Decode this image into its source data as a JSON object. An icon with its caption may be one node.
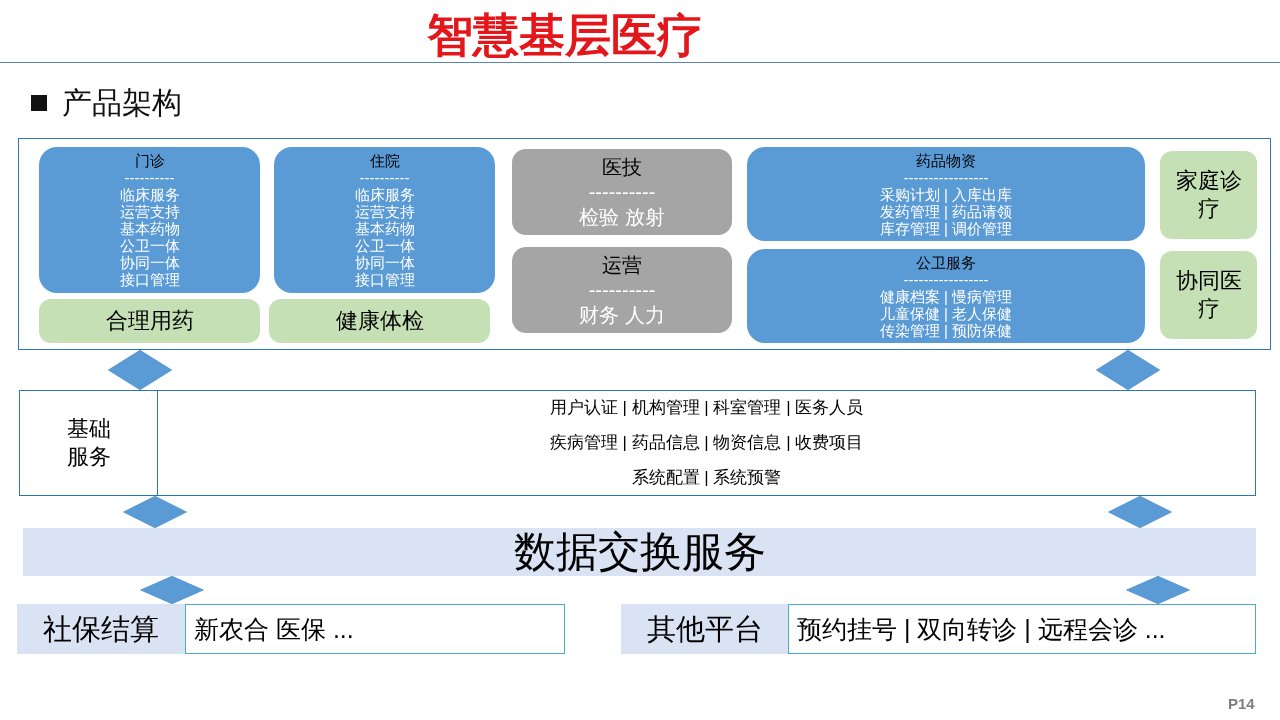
{
  "diagram": {
    "title": "智慧基层医疗",
    "nodes": [
      {
        "text": [],
        "shape": "box"
      },
      {
        "text": [
          "门诊",
          "----------",
          "临床服务",
          "运营支持",
          "基本药物",
          "公卫一体",
          "协同一体",
          "接口管理"
        ],
        "in": 0
      },
      {
        "text": [
          "住院",
          "----------",
          "临床服务",
          "运营支持",
          "基本药物",
          "公卫一体",
          "协同一体",
          "接口管理"
        ],
        "in": 0
      },
      {
        "text": [
          "医技",
          "----------",
          "检验 放射"
        ],
        "in": 0
      },
      {
        "text": [
          "药品物资",
          "-----------------",
          "采购计划 | 入库出库",
          "发药管理 | 药品请领",
          "库存管理 | 调价管理"
        ],
        "in": 0
      },
      {
        "text": [
          "家庭诊疗"
        ],
        "in": 0
      },
      {
        "text": [
          "合理用药"
        ],
        "in": 0
      },
      {
        "text": [
          "健康体检"
        ],
        "in": 0
      },
      {
        "text": [
          "运营",
          "----------",
          "财务 人力"
        ],
        "in": 0
      },
      {
        "text": [
          "公卫服务",
          "-----------------",
          "健康档案 | 慢病管理",
          "儿童保健 | 老人保健",
          "传染管理 | 预防保健"
        ],
        "in": 0
      },
      {
        "text": [
          "协同医疗"
        ],
        "in": 0
      },
      {
        "text": [
          "基础服务",
          "用户认证 | 机构管理 | 科室管理 | 医务人员",
          "疾病管理 | 药品信息 | 物资信息 | 收费项目",
          "系统配置 | 系统预警"
        ]
      },
      {
        "text": [
          "数据交换服务"
        ]
      },
      {
        "text": [
          "社保结算"
        ]
      },
      {
        "text": [
          "新农合 医保 ..."
        ]
      },
      {
        "text": [
          "其他平台"
        ]
      },
      {
        "text": [
          "预约挂号 | 双向转诊 | 远程会诊 ..."
        ]
      }
    ],
    "edges": [
      {
        "from": 0,
        "to": 11,
        "arrow": "both"
      },
      {
        "from": 0,
        "to": 11,
        "arrow": "both"
      },
      {
        "from": 11,
        "to": 12,
        "arrow": "both"
      },
      {
        "from": 11,
        "to": 12,
        "arrow": "both"
      },
      {
        "from": 12,
        "to": 13,
        "arrow": "both"
      },
      {
        "from": 12,
        "to": 16,
        "arrow": "both"
      }
    ],
    "labels": [
      "产品架构",
      "P14"
    ]
  }
}
